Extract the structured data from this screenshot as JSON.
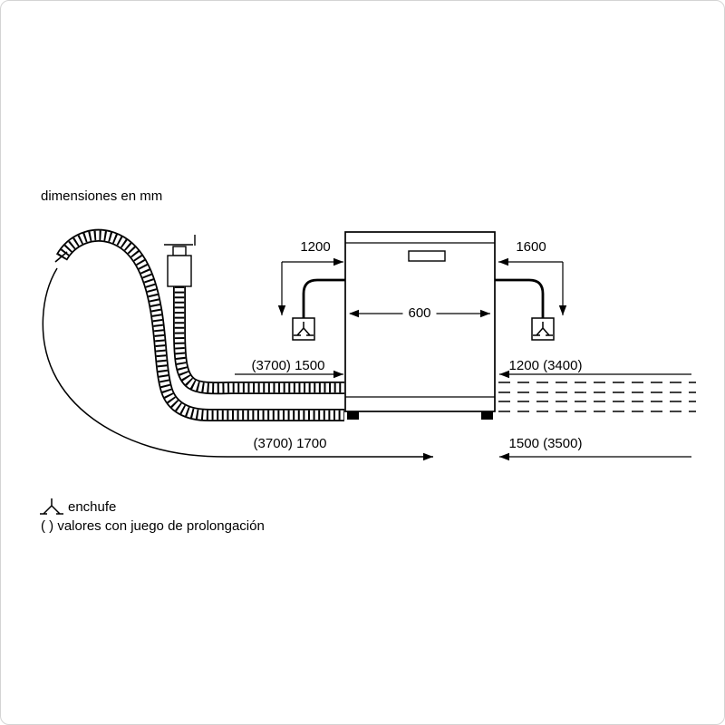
{
  "title": "dimensiones en mm",
  "dimensions": {
    "cord_left": "1200",
    "cord_right": "1600",
    "appliance_width": "600",
    "supply_hose_left": "(3700) 1500",
    "extension_right_top": "1200 (3400)",
    "power_cord_bottom_left": "(3700) 1700",
    "extension_right_bottom": "1500 (3500)"
  },
  "legend": {
    "plug": "enchufe",
    "note": "( ) valores con juego de prolongación"
  },
  "icons": {
    "plug_symbol": "plug-socket-icon"
  },
  "colors": {
    "line": "#000000",
    "background": "#ffffff",
    "border": "#d4d4d4"
  }
}
